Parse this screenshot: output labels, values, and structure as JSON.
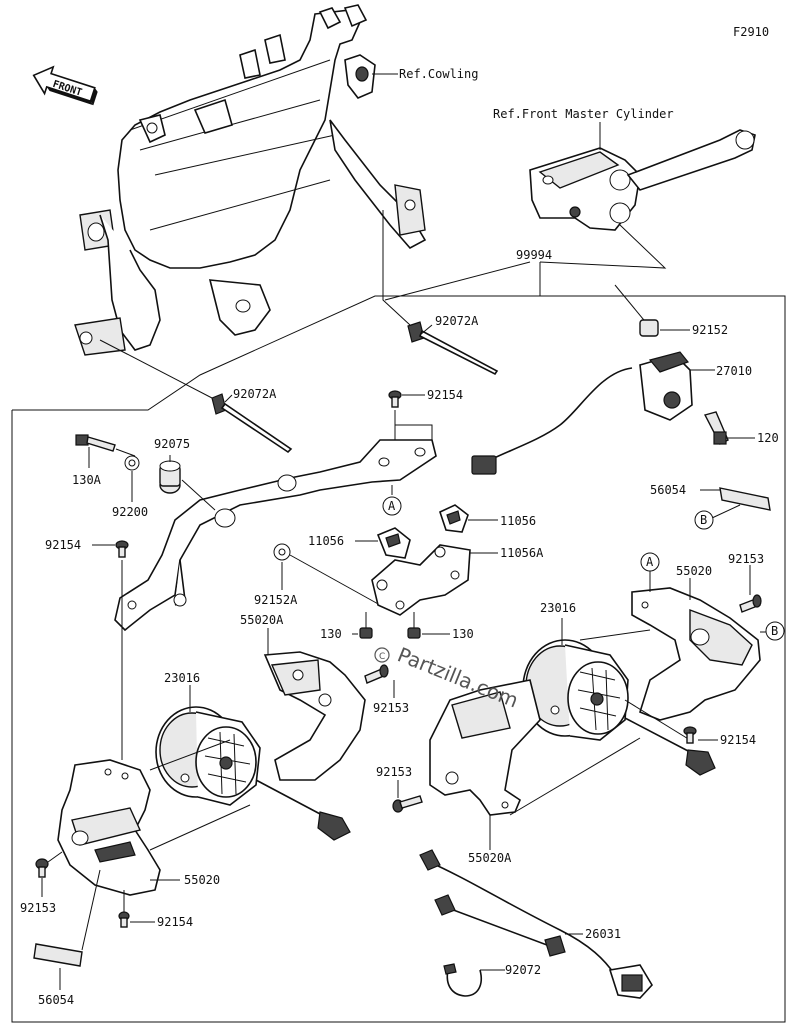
{
  "diagram_code": "F2910",
  "front_label": "FRONT",
  "refs": {
    "cowling": "Ref.Cowling",
    "master_cylinder": "Ref.Front Master Cylinder"
  },
  "watermark": "Partzilla.com",
  "callouts": {
    "a": "A",
    "b": "B"
  },
  "parts": {
    "p99994": "99994",
    "p92152": "92152",
    "p27010": "27010",
    "p120": "120",
    "p92072A_top": "92072A",
    "p92072A_left": "92072A",
    "p92154_top": "92154",
    "p92075": "92075",
    "p130A": "130A",
    "p92200": "92200",
    "p92154_left": "92154",
    "p92152A": "92152A",
    "p11056_right": "11056",
    "p11056_left": "11056",
    "p11056A": "11056A",
    "p56054_right": "56054",
    "p55020_right": "55020",
    "p92153_right": "92153",
    "p23016_right": "23016",
    "p55020A_left": "55020A",
    "p23016_left": "23016",
    "p130_left": "130",
    "p130_right": "130",
    "p92153_mid": "92153",
    "p92154_right": "92154",
    "p92153_midleft": "92153",
    "p55020A_bottom": "55020A",
    "p55020_left": "55020",
    "p92153_left": "92153",
    "p92154_bottom": "92154",
    "p26031": "26031",
    "p92072": "92072",
    "p56054_left": "56054"
  }
}
